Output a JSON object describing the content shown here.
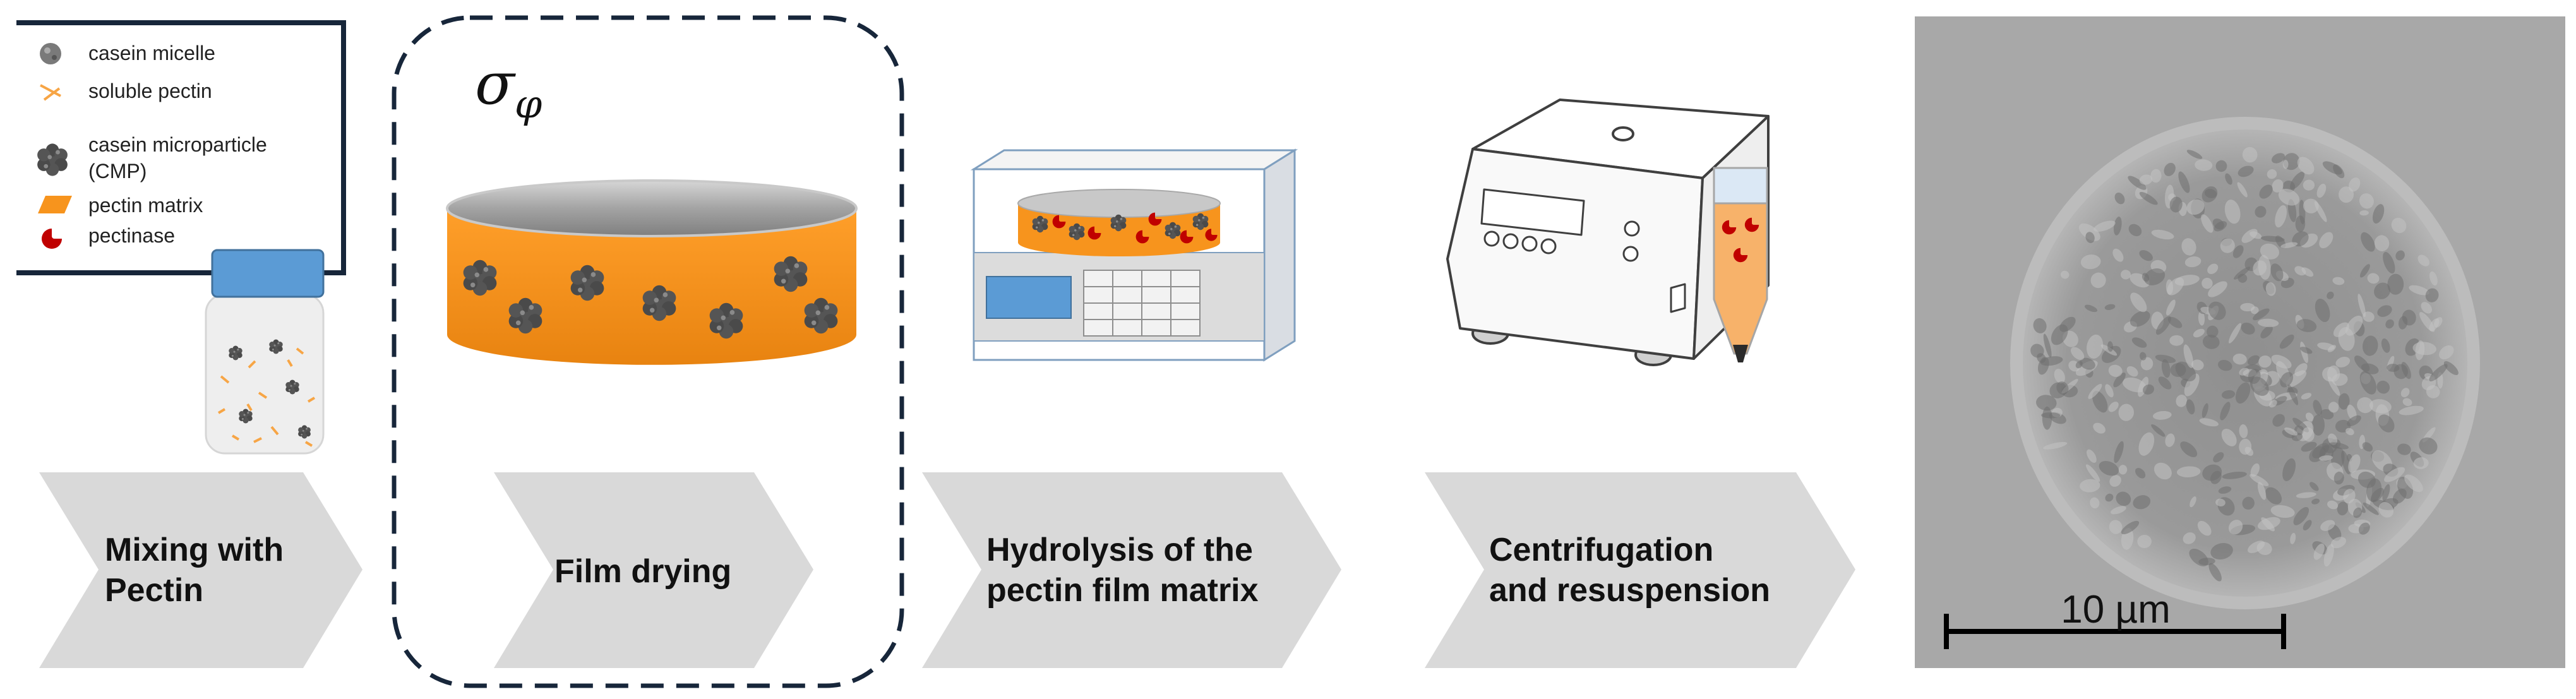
{
  "legend": {
    "items": [
      {
        "label": "casein micelle"
      },
      {
        "label": "soluble pectin"
      },
      {
        "label_lines": [
          "casein microparticle",
          "(CMP)"
        ]
      },
      {
        "label": "pectin matrix"
      },
      {
        "label": "pectinase"
      }
    ]
  },
  "steps": [
    {
      "lines": [
        "Mixing with",
        "Pectin"
      ]
    },
    {
      "lines": [
        "Film drying"
      ]
    },
    {
      "lines": [
        "Hydrolysis of the",
        "pectin film matrix"
      ]
    },
    {
      "lines": [
        "Centrifugation",
        "and resuspension"
      ]
    }
  ],
  "highlight": {
    "symbol": "σ",
    "subscript": "φ"
  },
  "micrograph": {
    "scale_label": "10 µm"
  },
  "colors": {
    "chevron": "#d9d9d9",
    "pectin_orange": "#f7941d",
    "lid_blue": "#5b9bd5",
    "enzyme_red": "#c00000",
    "cmp_gray": "#4d4d4d",
    "dash_navy": "#17263a",
    "micrograph_bg": "#a8a8a8"
  }
}
